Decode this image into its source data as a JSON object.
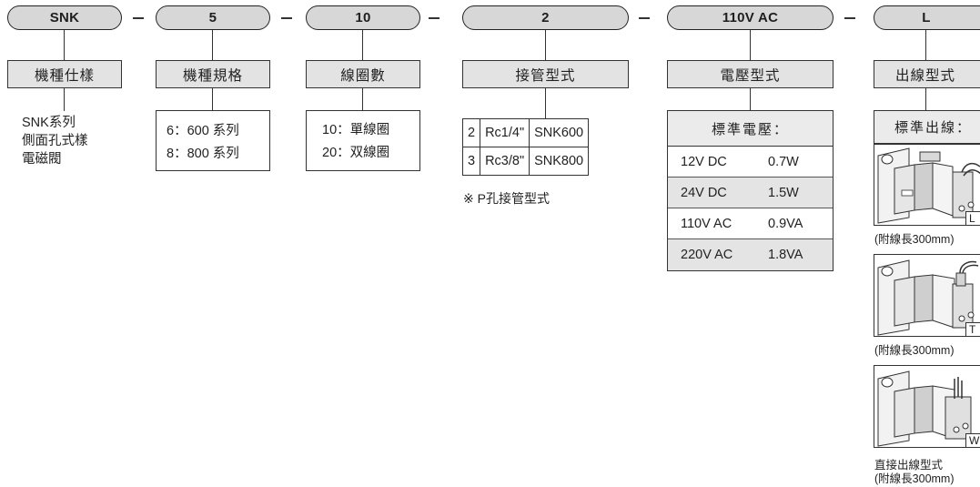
{
  "codes": [
    "SNK",
    "5",
    "10",
    "2",
    "110V AC",
    "L"
  ],
  "categories": {
    "model_spec": "機種仕樣",
    "model_size": "機種規格",
    "coil_count": "線圈數",
    "pipe_type": "接管型式",
    "voltage_type": "電壓型式",
    "wire_type": "出線型式"
  },
  "model_spec_desc": [
    "SNK系列",
    "側面孔式樣",
    "電磁閥"
  ],
  "model_size_items": [
    "6：600 系列",
    "8：800 系列"
  ],
  "coil_items": [
    "10：單線圈",
    "20：双線圈"
  ],
  "pipe_table": [
    [
      "2",
      "Rc1/4\"",
      "SNK600"
    ],
    [
      "3",
      "Rc3/8\"",
      "SNK800"
    ]
  ],
  "pipe_note": "※ P孔接管型式",
  "voltage": {
    "header": "標準電壓：",
    "rows": [
      {
        "v": "12V DC",
        "p": "0.7W"
      },
      {
        "v": "24V DC",
        "p": "1.5W"
      },
      {
        "v": "110V AC",
        "p": "0.9VA"
      },
      {
        "v": "220V AC",
        "p": "1.8VA"
      }
    ]
  },
  "wire": {
    "header": "標準出線：",
    "items": [
      {
        "code": "L",
        "caption": "(附線長300mm)"
      },
      {
        "code": "T",
        "caption": "(附線長300mm)"
      },
      {
        "code": "W",
        "caption_line1": "直接出線型式",
        "caption_line2": "(附線長300mm)"
      }
    ]
  }
}
